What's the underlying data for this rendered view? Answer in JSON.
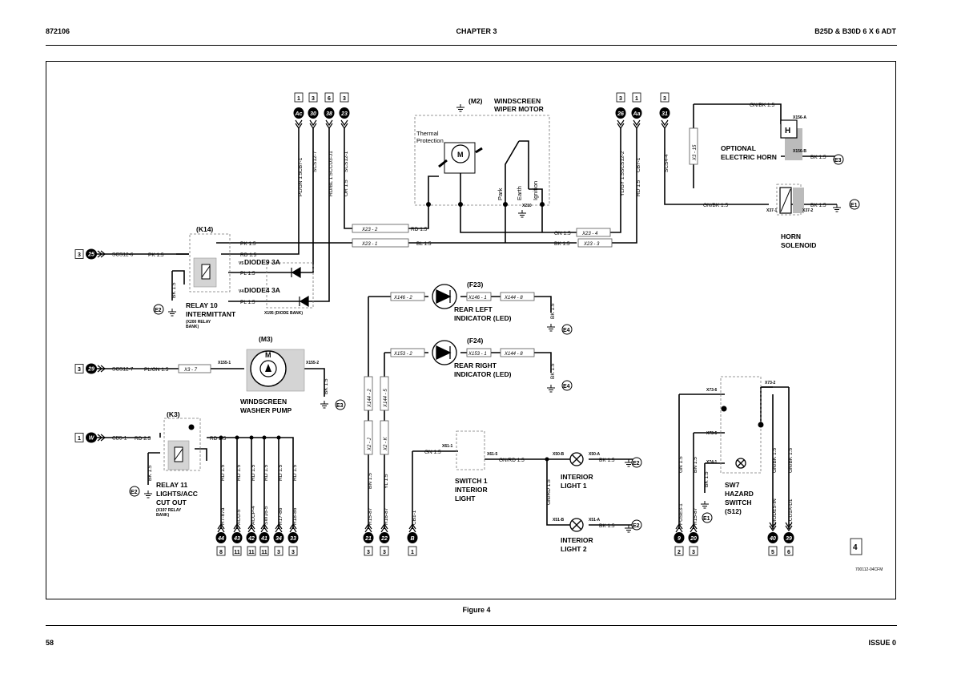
{
  "header": {
    "left": "872106",
    "center": "CHAPTER 3",
    "right": "B25D & B30D 6 X 6 ADT"
  },
  "footer": {
    "page_number": "58",
    "issue": "ISSUE 0"
  },
  "figure": {
    "caption": "Figure 4",
    "number": "4",
    "code": "700112-04CFM"
  },
  "components": {
    "m2": {
      "ref": "(M2)",
      "title1": "WINDSCREEN",
      "title2": "WIPER MOTOR",
      "thermal1": "Thermal",
      "thermal2": "Protection",
      "park": "Park",
      "earth": "Earth",
      "ignition": "Ignition",
      "motor": "M",
      "x210": "X210"
    },
    "k14": {
      "ref": "(K14)",
      "title1": "RELAY 10",
      "title2": "INTERMITTANT",
      "note1": "(X200 RELAY",
      "note2": "BANK)"
    },
    "diodes": {
      "d1": "DIODE9 3A",
      "d2": "DIODE4 3A",
      "v5": "V5",
      "v4": "V4",
      "bank": "X195 (DIODE BANK)"
    },
    "m3": {
      "ref": "(M3)",
      "title1": "WINDSCREEN",
      "title2": "WASHER PUMP",
      "motor": "M"
    },
    "k3": {
      "ref": "(K3)",
      "title1": "RELAY 11",
      "title2": "LIGHTS/ACC",
      "title3": "CUT OUT",
      "note1": "(X197 RELAY",
      "note2": "BANK)"
    },
    "f23": {
      "ref": "(F23)",
      "title1": "REAR LEFT",
      "title2": "INDICATOR (LED)"
    },
    "f24": {
      "ref": "(F24)",
      "title1": "REAR RIGHT",
      "title2": "INDICATOR (LED)"
    },
    "horn": {
      "title1": "OPTIONAL",
      "title2": "ELECTRIC HORN",
      "symbol": "H"
    },
    "solenoid": {
      "title1": "HORN",
      "title2": "SOLENOID"
    },
    "switch1": {
      "title1": "SWITCH 1",
      "title2": "INTERIOR",
      "title3": "LIGHT"
    },
    "il1": {
      "title1": "INTERIOR",
      "title2": "LIGHT 1"
    },
    "il2": {
      "title1": "INTERIOR",
      "title2": "LIGHT 2"
    },
    "sw7": {
      "title1": "SW7",
      "title2": "HAZARD",
      "title3": "SWITCH",
      "title4": "(S12)"
    }
  },
  "earths": {
    "e1": "E1",
    "e2": "E2",
    "e3": "E3",
    "e4": "E4"
  },
  "top_connectors": [
    {
      "sheet": "1",
      "ref": "Ac",
      "wire": "CB7-1"
    },
    {
      "sheet": "3",
      "ref": "30",
      "wire": "SCS12-7"
    },
    {
      "sheet": "6",
      "ref": "38",
      "wire": "CCU3-J1"
    },
    {
      "sheet": "3",
      "ref": "23",
      "wire": "SCS12-1"
    },
    {
      "sheet": "3",
      "ref": "26",
      "wire": "SCS12-2"
    },
    {
      "sheet": "1",
      "ref": "Aa",
      "wire": "CB7-1"
    },
    {
      "sheet": "3",
      "ref": "31",
      "wire": "SCS4-4"
    }
  ],
  "left_connectors": [
    {
      "sheet": "3",
      "ref": "25",
      "wire": "SCS12-6"
    },
    {
      "sheet": "3",
      "ref": "29",
      "wire": "SCS12-7"
    },
    {
      "sheet": "1",
      "ref": "W",
      "wire": "CB5-1"
    }
  ],
  "bottom_connectors": [
    {
      "sheet": "8",
      "ref": "44",
      "wire": "R7-87a"
    },
    {
      "sheet": "11",
      "ref": "43",
      "wire": "ACU-5"
    },
    {
      "sheet": "11",
      "ref": "42",
      "wire": "ACCP-4"
    },
    {
      "sheet": "11",
      "ref": "41",
      "wire": "SW16-5"
    },
    {
      "sheet": "3",
      "ref": "34",
      "wire": "R17-86"
    },
    {
      "sheet": "3",
      "ref": "33",
      "wire": "R18-86"
    },
    {
      "sheet": "3",
      "ref": "21",
      "wire": "R15-87"
    },
    {
      "sheet": "3",
      "ref": "22",
      "wire": "R16-87"
    },
    {
      "sheet": "1",
      "ref": "B",
      "wire": "CB1-1"
    },
    {
      "sheet": "2",
      "ref": "9",
      "wire": "FUSE3-1"
    },
    {
      "sheet": "3",
      "ref": "20",
      "wire": "R15-87"
    },
    {
      "sheet": "5",
      "ref": "40",
      "wire": "DIODE5-IN"
    },
    {
      "sheet": "6",
      "ref": "39",
      "wire": "CCU1A-D1"
    }
  ],
  "wires": {
    "pk15": "PK 1.5",
    "rd15": "RD 1.5",
    "bl15": "BL 1.5",
    "pl15": "PL 1.5",
    "bk15": "BK 1.5",
    "plgn15": "PL/GN 1.5",
    "rdbl15": "RD/BL 1.5",
    "or15": "OR 1.5",
    "gn15": "GN 1.5",
    "ylgy15": "YL/GY 1.5",
    "gnbk15": "GN/BK 1.5",
    "rd25": "RD 2.5",
    "bn15": "BN 1.5",
    "yl15": "YL 1.5",
    "gnrd15": "GN/RD 1.5"
  },
  "plugs": {
    "x23_2": "X23 - 2",
    "x23_1": "X23 - 1",
    "x23_4": "X23 - 4",
    "x23_3": "X23 - 3",
    "x3_15": "X3 - 15",
    "x146_2": "X146 - 2",
    "x146_1": "X146 - 1",
    "x144_8": "X144 - 8",
    "x153_2": "X153 - 2",
    "x153_1": "X153 - 1",
    "x3_7": "X3 - 7",
    "x144_2": "X144 - 2",
    "x144_5": "X144 - 5",
    "x2_j": "X2 - J",
    "x2_k": "X2 - K"
  },
  "pins": {
    "x156a": "X156-A",
    "x156b": "X156-B",
    "x37_1": "X37-1",
    "x37_2": "X37-2",
    "x155_1": "X155-1",
    "x155_2": "X155-2",
    "x61_1": "X61-1",
    "x61_5": "X61-5",
    "x50b": "X50-B",
    "x50a": "X50-A",
    "x51b": "X51-B",
    "x51a": "X51-A",
    "x73_6": "X73-6",
    "x73_2": "X73-2",
    "x73_5": "X73-5",
    "x74_1": "X74-1"
  }
}
